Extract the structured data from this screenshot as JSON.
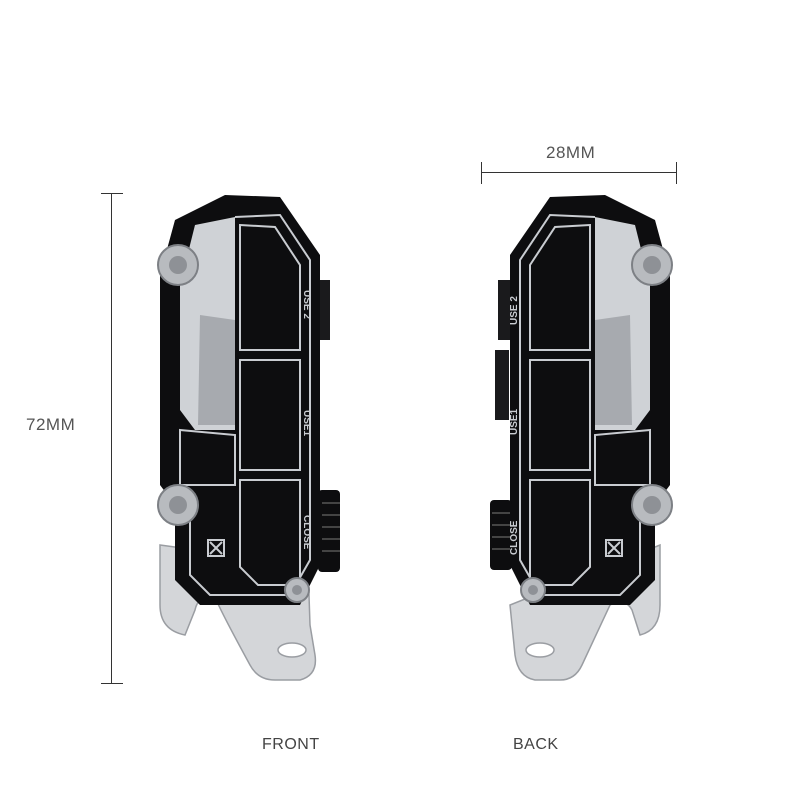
{
  "dimensions": {
    "height_label": "72MM",
    "width_label": "28MM"
  },
  "views": {
    "front_label": "FRONT",
    "back_label": "BACK"
  },
  "engraving": {
    "use2": "USE 2",
    "use1": "USE1",
    "close": "CLOSE"
  },
  "colors": {
    "body": "#0d0d0f",
    "engrave": "#c9ccd1",
    "steel": "#d4d6d9",
    "dimension_line": "#333333"
  }
}
